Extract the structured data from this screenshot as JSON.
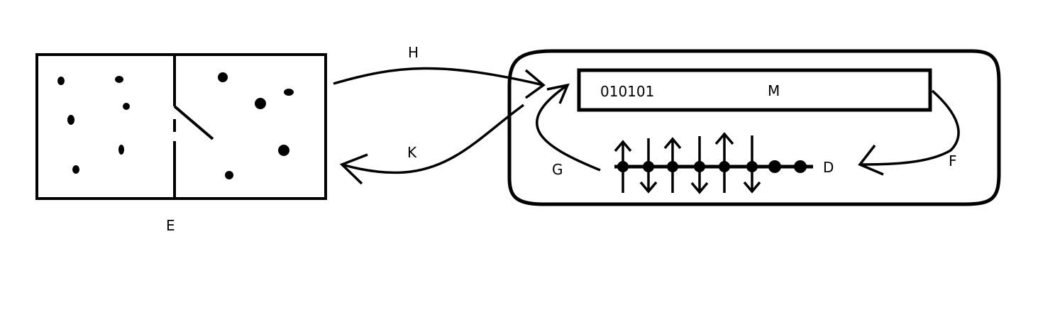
{
  "labels": {
    "e": "E",
    "h": "H",
    "k": "K",
    "g": "G",
    "m": "M",
    "d": "D",
    "f": "F",
    "binary": "010101"
  },
  "colors": {
    "ink": "#000000",
    "background": "#ffffff"
  }
}
